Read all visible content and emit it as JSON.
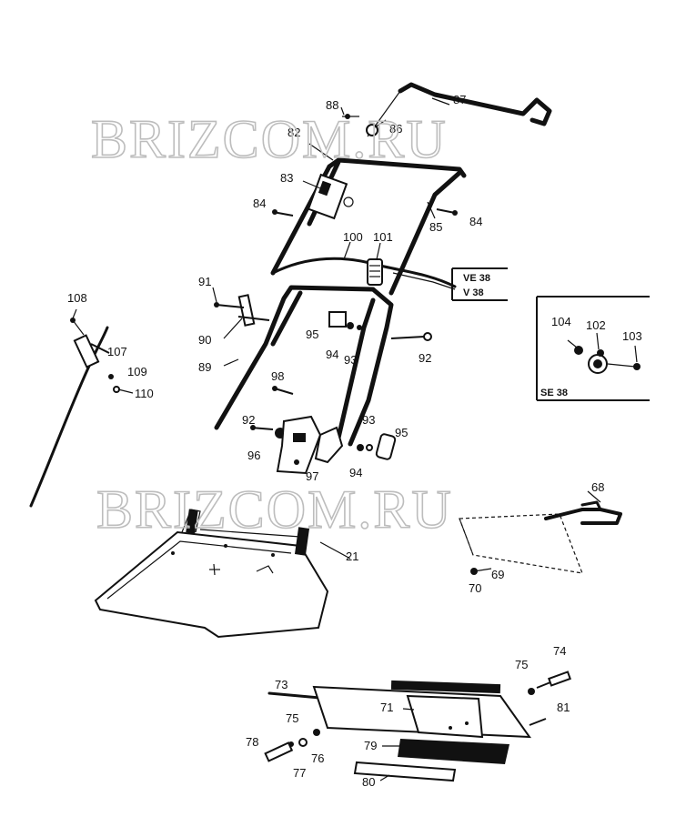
{
  "watermarks": [
    "BRIZCOM.RU",
    "BRIZCOM.RU"
  ],
  "labels": {
    "p21": "21",
    "p68": "68",
    "p69": "69",
    "p70": "70",
    "p71": "71",
    "p73": "73",
    "p74": "74",
    "p75a": "75",
    "p75b": "75",
    "p76": "76",
    "p77": "77",
    "p78": "78",
    "p79": "79",
    "p80": "80",
    "p81": "81",
    "p82": "82",
    "p83": "83",
    "p84a": "84",
    "p84b": "84",
    "p85": "85",
    "p86": "86",
    "p87": "87",
    "p88": "88",
    "p89": "89",
    "p90": "90",
    "p91": "91",
    "p92a": "92",
    "p92b": "92",
    "p93a": "93",
    "p93b": "93",
    "p94a": "94",
    "p94b": "94",
    "p95a": "95",
    "p95b": "95",
    "p96": "96",
    "p97": "97",
    "p98": "98",
    "p100": "100",
    "p101": "101",
    "p102": "102",
    "p103": "103",
    "p104": "104",
    "p107": "107",
    "p108": "108",
    "p109": "109",
    "p110": "110"
  },
  "variant_box": {
    "line1": "VE 38",
    "line2": "V 38"
  },
  "inset_box": {
    "label": "SE 38"
  }
}
